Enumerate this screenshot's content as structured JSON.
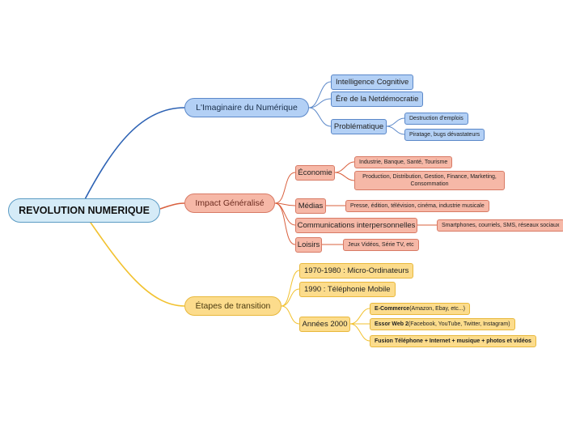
{
  "root": "REVOLUTION NUMERIQUE",
  "colors": {
    "blue": "#4a76c2",
    "red": "#d9603e",
    "yellow": "#f2c230"
  },
  "branches": [
    {
      "label": "L'Imaginaire du Numérique",
      "color": "blue",
      "children": [
        {
          "label": "Intelligence Cognitive",
          "children": []
        },
        {
          "label": "Ère de la Netdémocratie",
          "children": []
        },
        {
          "label": "Problématique",
          "children": [
            "Destruction d'emplois",
            "Piratage, bugs dévastateurs"
          ]
        }
      ]
    },
    {
      "label": "Impact Généralisé",
      "color": "red",
      "children": [
        {
          "label": "Économie",
          "children": [
            "Industrie, Banque, Santé, Tourisme",
            "Production, Distribution, Gestion, Finance, Marketing, Consommation"
          ]
        },
        {
          "label": "Médias",
          "children": [
            "Presse, édition, télévision, cinéma, industrie musicale"
          ]
        },
        {
          "label": "Communications interpersonnelles",
          "children": [
            "Smartphones, courriels, SMS, réseaux sociaux"
          ]
        },
        {
          "label": "Loisirs",
          "children": [
            "Jeux Vidéos, Série TV, etc"
          ]
        }
      ]
    },
    {
      "label": "Étapes de transition",
      "color": "yellow",
      "children": [
        {
          "label": "1970-1980 : Micro-Ordinateurs",
          "children": []
        },
        {
          "label": "1990 : Téléphonie Mobile",
          "children": []
        },
        {
          "label": "Années 2000",
          "children": [
            {
              "bold": "E-Commerce",
              "rest": " (Amazon, Ebay, etc...)"
            },
            {
              "bold": "Essor Web 2",
              "rest": " (Facebook, YouTube, Twitter, Instagram)"
            },
            {
              "bold": "Fusion Téléphone + Internet + musique + photos et vidéos",
              "rest": ""
            }
          ]
        }
      ]
    }
  ]
}
